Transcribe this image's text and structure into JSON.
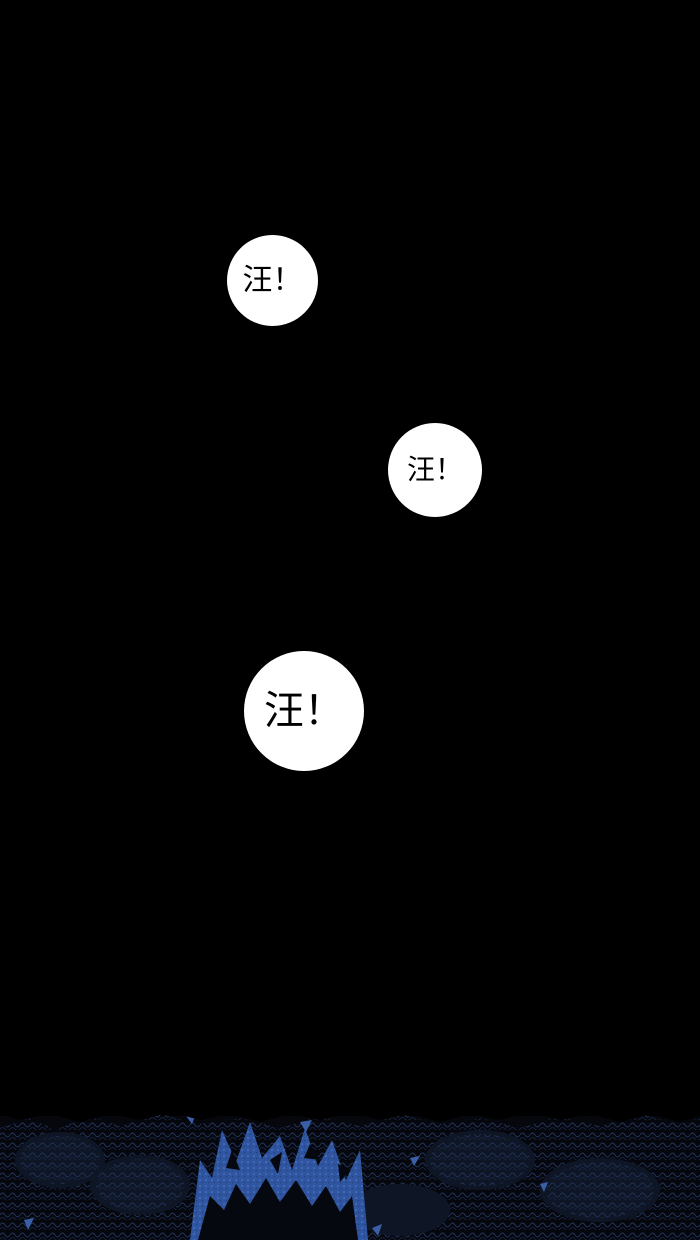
{
  "panel": {
    "background_color": "#000000"
  },
  "bubbles": [
    {
      "text": "汪！"
    },
    {
      "text": "汪！"
    },
    {
      "text": "汪！"
    }
  ],
  "foliage": {
    "icon": "dark-foliage-illustration",
    "accent_color": "#3a5fa8"
  }
}
